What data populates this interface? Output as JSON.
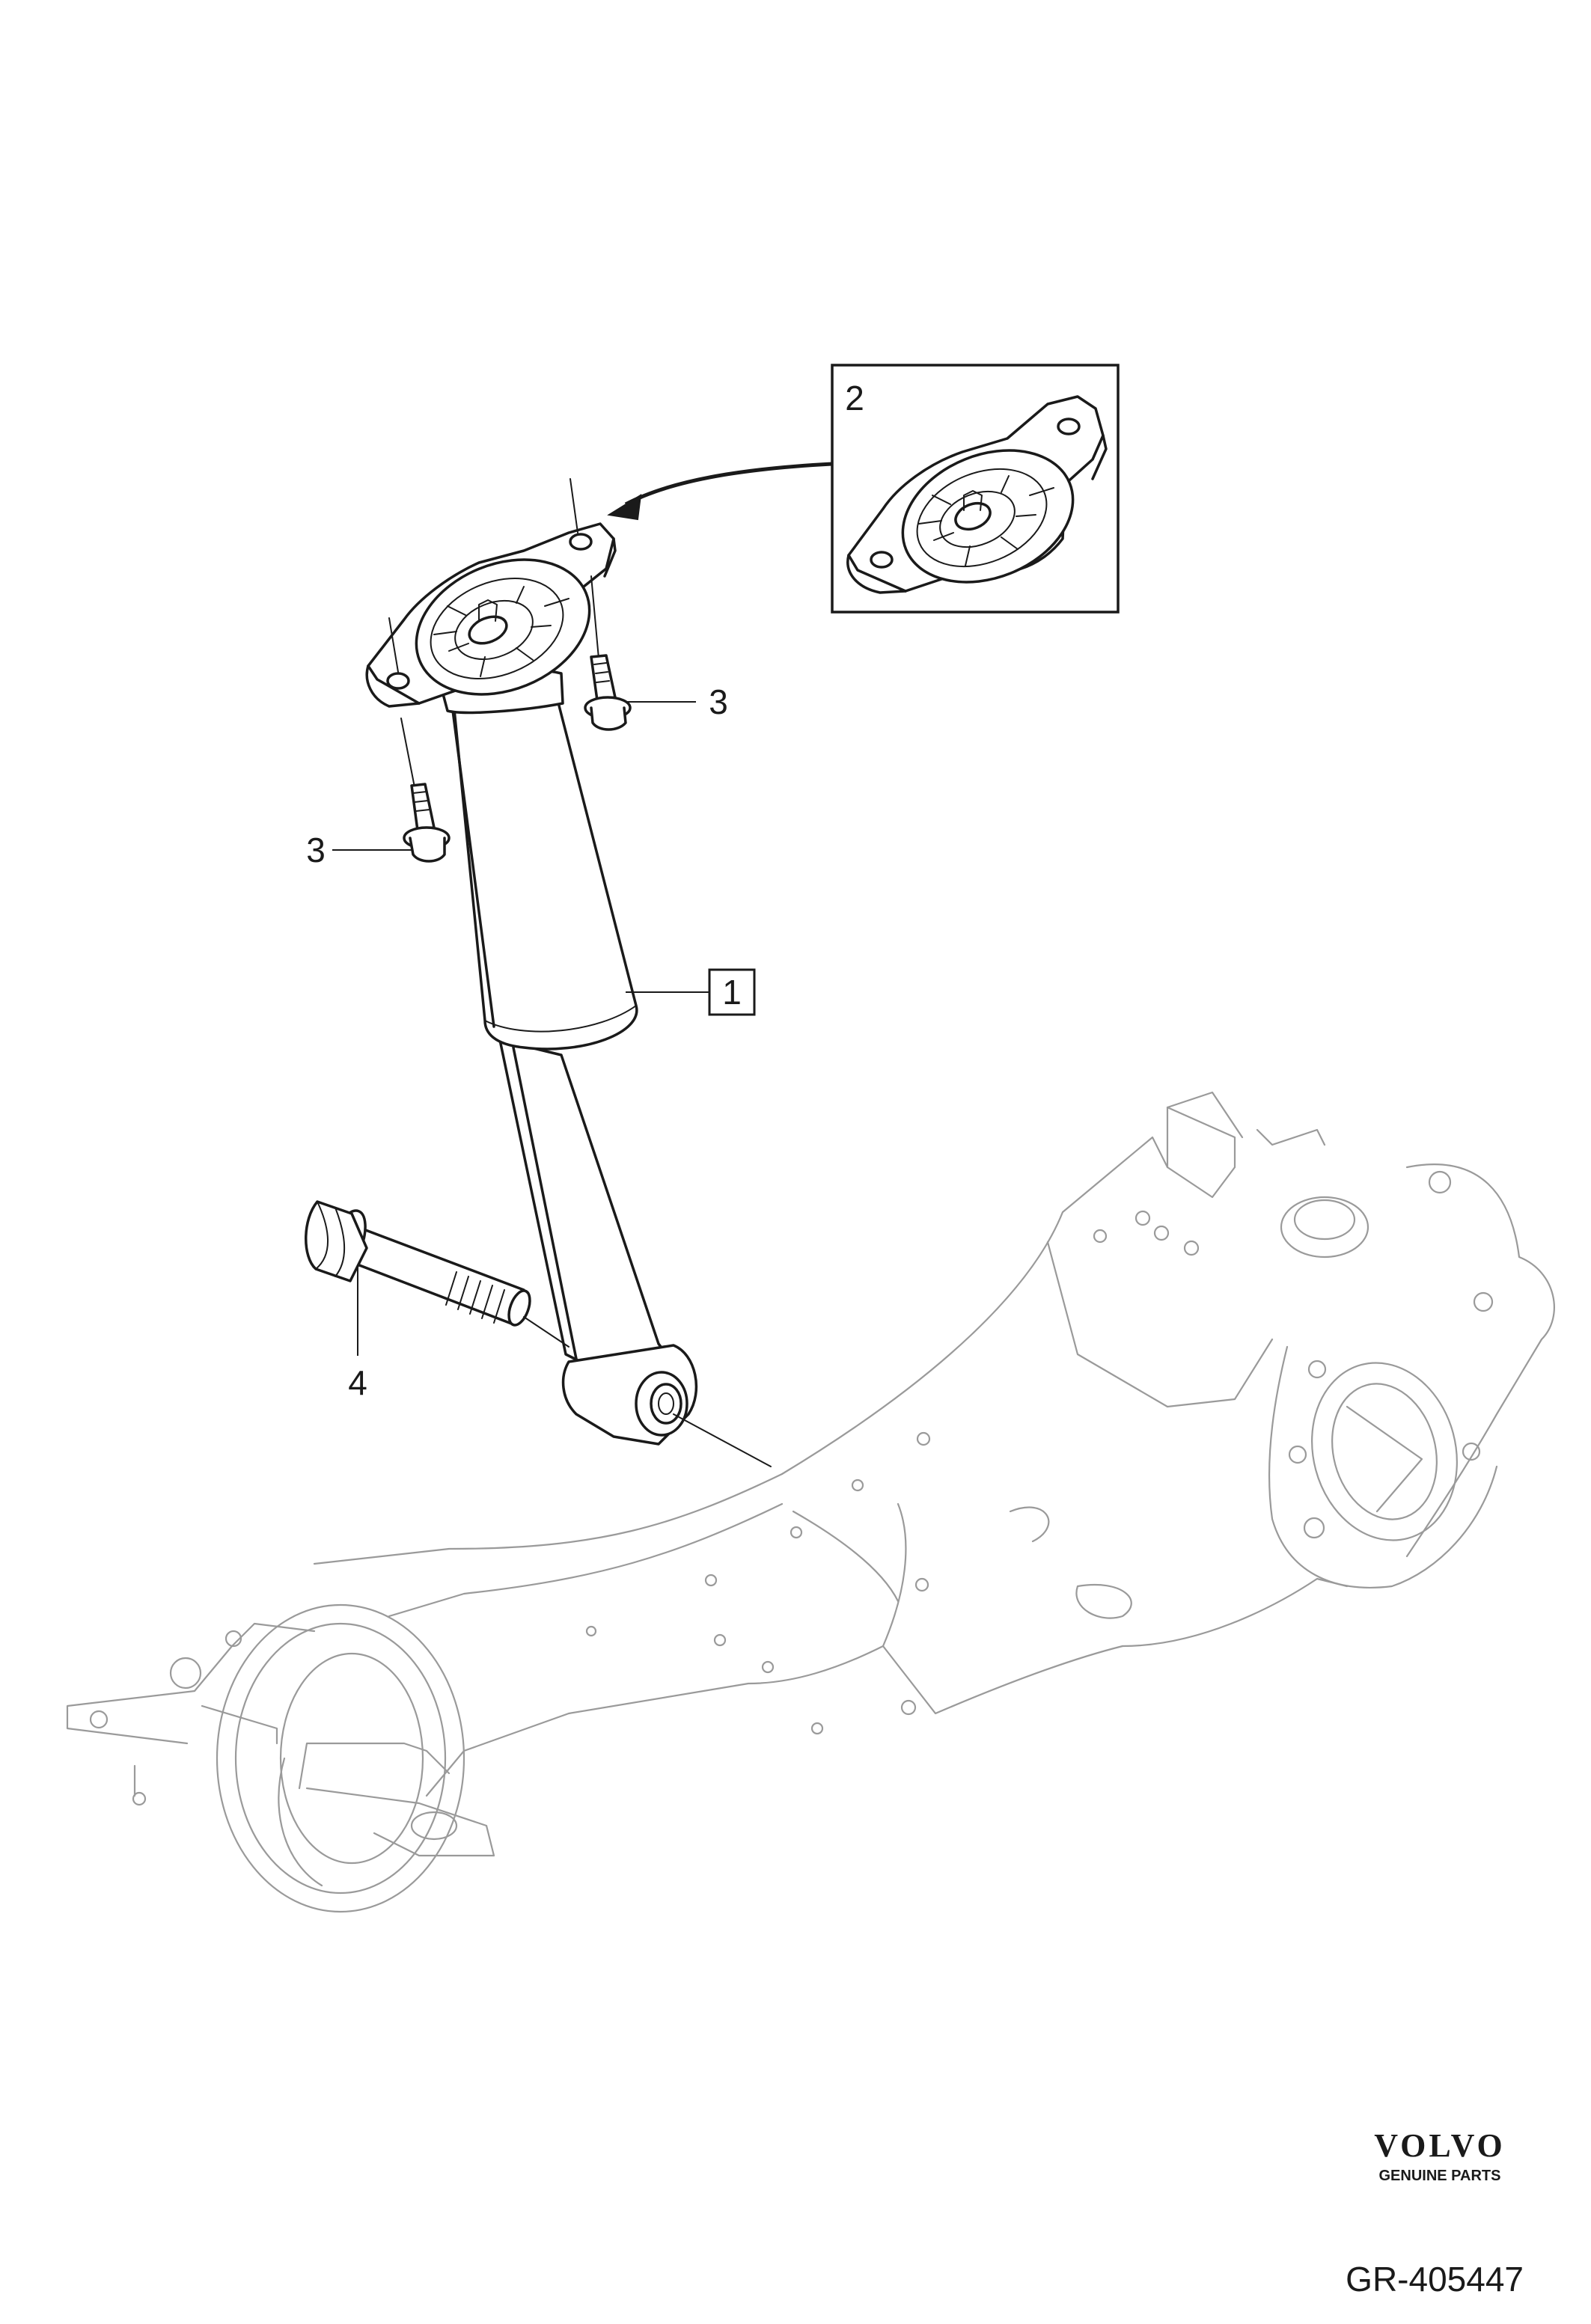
{
  "callouts": [
    {
      "id": "1",
      "boxed": true
    },
    {
      "id": "2",
      "boxed": false
    },
    {
      "id": "3",
      "boxed": false
    },
    {
      "id": "3",
      "boxed": false
    },
    {
      "id": "4",
      "boxed": false
    }
  ],
  "footer": {
    "brand": "VOLVO",
    "tagline": "GENUINE PARTS",
    "reference": "GR-405447"
  }
}
